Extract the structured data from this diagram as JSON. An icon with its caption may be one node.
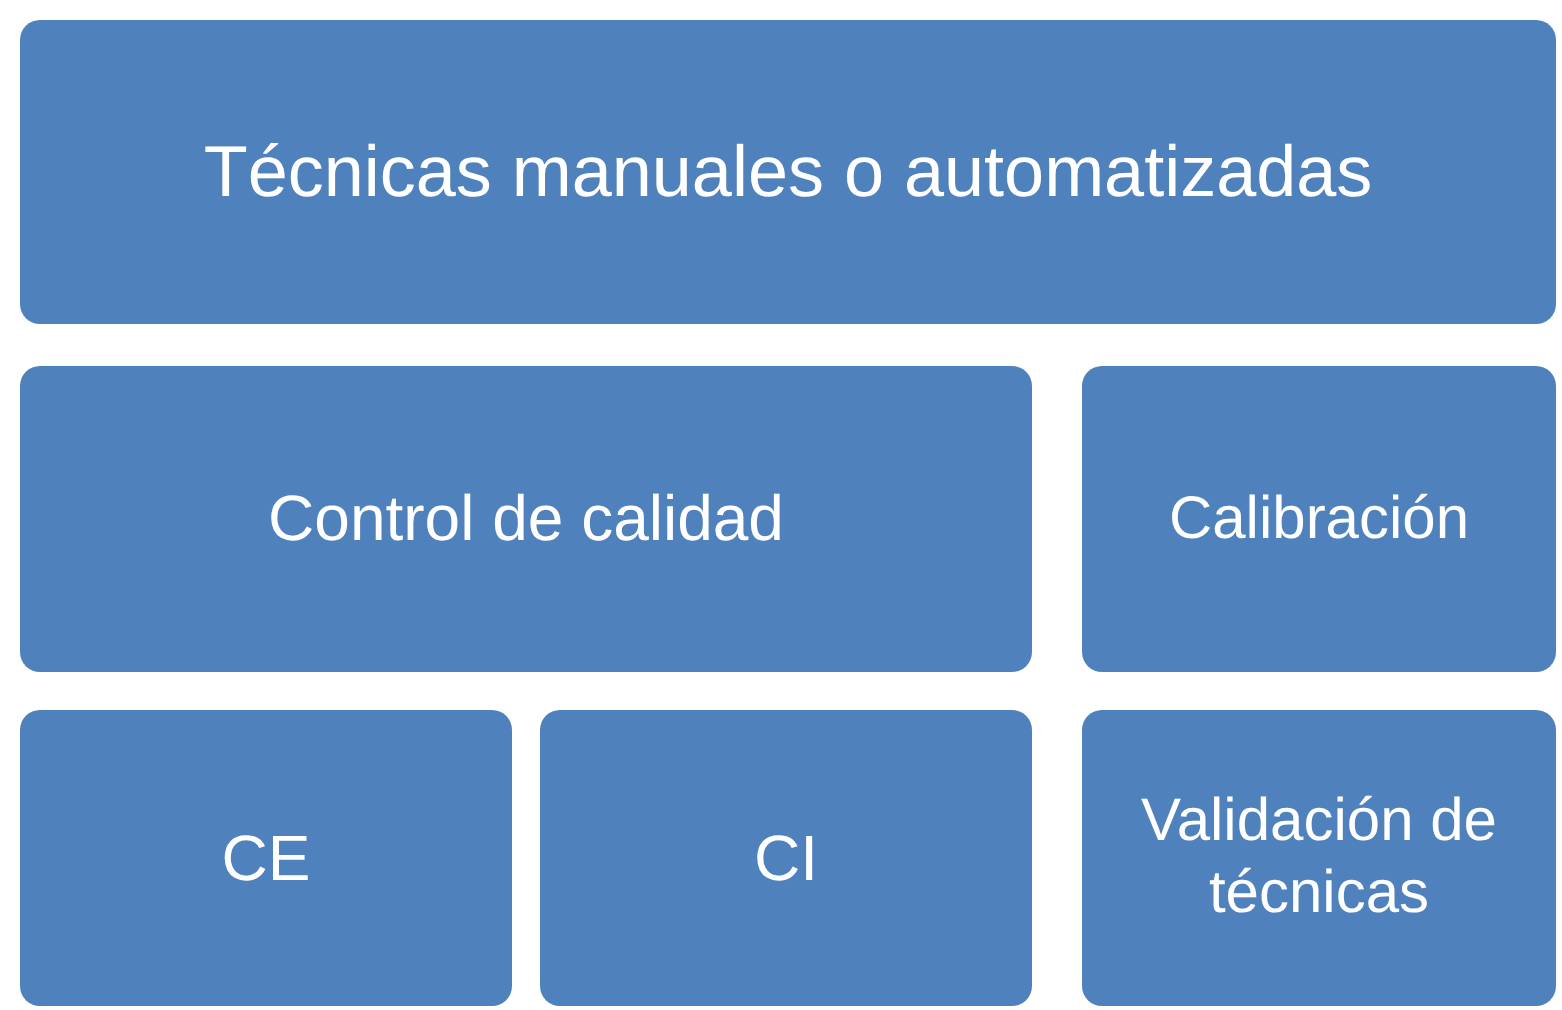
{
  "diagram": {
    "nodes": [
      {
        "text": [
          "Técnicas manuales o automatizadas"
        ]
      },
      {
        "text": [
          "Control de calidad"
        ]
      },
      {
        "text": [
          "Calibración"
        ]
      },
      {
        "text": [
          "CE"
        ]
      },
      {
        "text": [
          "CI"
        ]
      },
      {
        "text": [
          "Validación de técnicas"
        ]
      }
    ]
  }
}
